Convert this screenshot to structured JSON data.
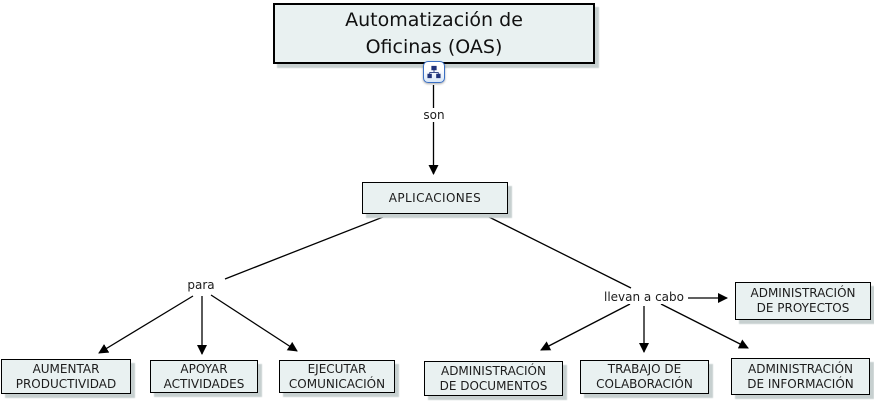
{
  "diagram": {
    "title_node": {
      "label": "Automatización de\nOficinas (OAS)"
    },
    "nodes": {
      "aplicaciones": "APLICACIONES",
      "aumentar": "AUMENTAR\nPRODUCTIVIDAD",
      "apoyar": "APOYAR\nACTIVIDADES",
      "ejecutar": "EJECUTAR\nCOMUNICACIÓN",
      "documentos": "ADMINISTRACIÓN\nDE DOCUMENTOS",
      "colaboracion": "TRABAJO DE\nCOLABORACIÓN",
      "informacion": "ADMINISTRACIÓN\nDE INFORMACIÓN",
      "proyectos": "ADMINISTRACIÓN\nDE PROYECTOS"
    },
    "links": {
      "son": "son",
      "para": "para",
      "llevan_a_cabo": "llevan a cabo"
    },
    "icons": {
      "resource": "cmap-hierarchy-icon"
    },
    "colors": {
      "node_fill": "#e9f1f1",
      "node_border": "#000000",
      "shadow": "#c7d0d0",
      "line": "#000000",
      "icon_border": "#3a6fc4"
    }
  }
}
